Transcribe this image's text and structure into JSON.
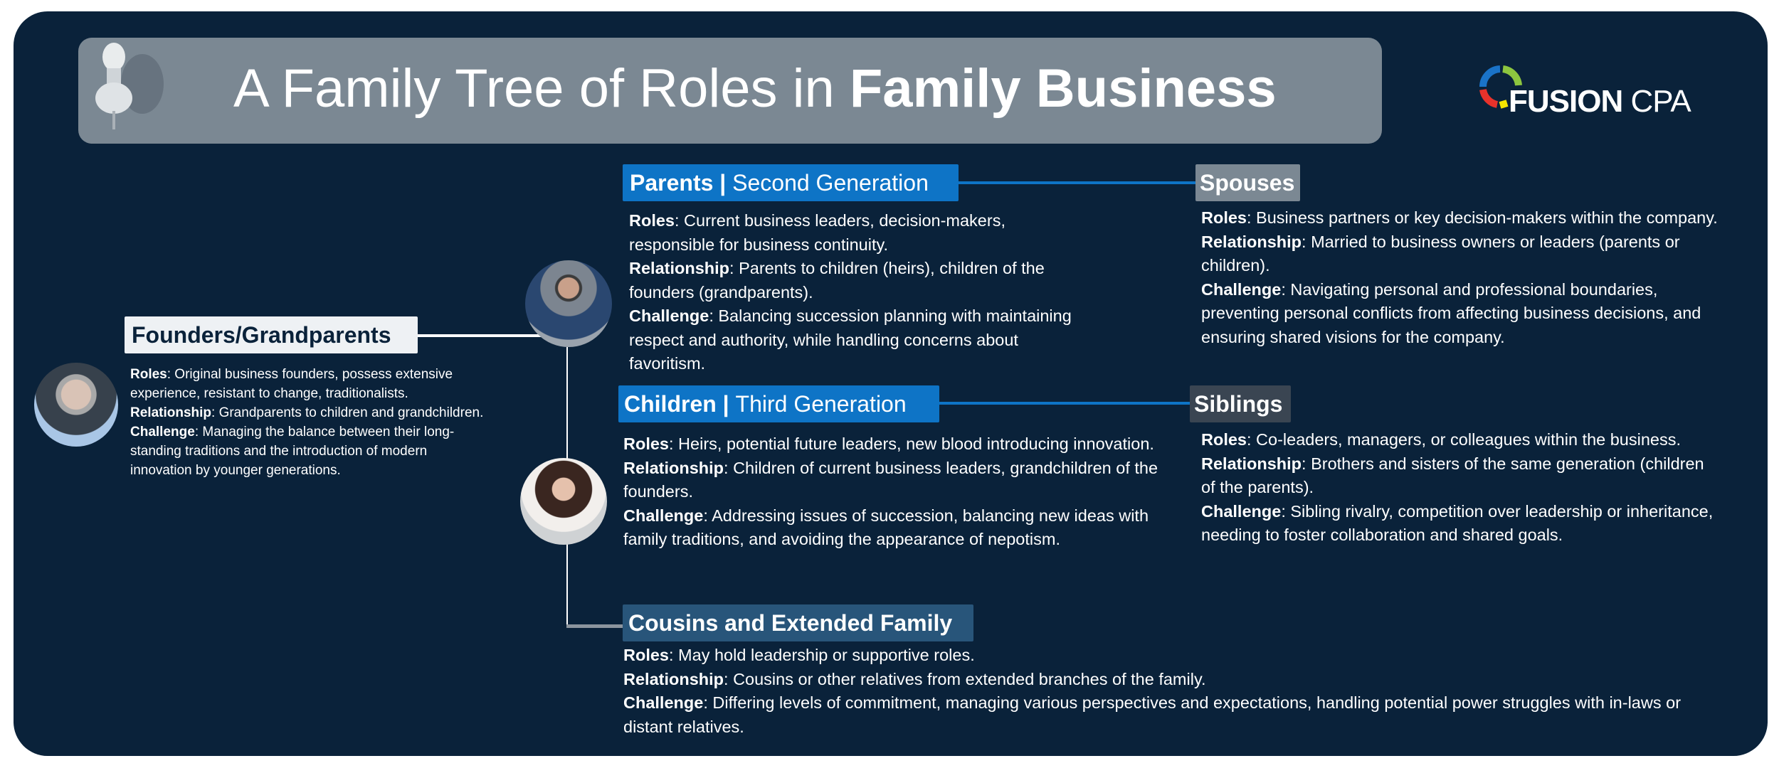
{
  "header": {
    "title_regular": "A Family Tree of Roles in ",
    "title_bold": "Family Business",
    "logo_bold": "FUSION",
    "logo_regular": "CPA",
    "logo_colors": [
      "#1a73c8",
      "#8dc63f",
      "#e8322b",
      "#f5e500"
    ]
  },
  "colors": {
    "background": "#0a223a",
    "title_bar": "#7b8893",
    "blue": "#0e74c6",
    "spouses": "#7b8893",
    "siblings": "#3a4552",
    "cousins": "#28557a"
  },
  "founders": {
    "title": "Founders/Grandparents",
    "roles_label": "Roles",
    "roles": ": Original business founders, possess extensive experience, resistant to change, traditionalists.",
    "relationship_label": "Relationship",
    "relationship": ": Grandparents to children and grandchildren.",
    "challenge_label": "Challenge",
    "challenge": ": Managing the balance between their long-standing traditions and the introduction of modern innovation by younger generations."
  },
  "parents": {
    "title_bold": "Parents",
    "separator": " | ",
    "title_regular": "Second Generation",
    "roles_label": "Roles",
    "roles": ": Current business leaders, decision-makers, responsible for business continuity.",
    "relationship_label": "Relationship",
    "relationship": ": Parents to children (heirs), children of the founders (grandparents).",
    "challenge_label": "Challenge",
    "challenge": ": Balancing succession planning with maintaining respect and authority, while handling concerns about favoritism."
  },
  "spouses": {
    "title": "Spouses",
    "roles_label": "Roles",
    "roles": ": Business partners or key decision-makers within the company.",
    "relationship_label": "Relationship",
    "relationship": ": Married to business owners or leaders (parents or children).",
    "challenge_label": "Challenge",
    "challenge": ": Navigating personal and professional boundaries, preventing personal conflicts from affecting business decisions, and ensuring shared visions for the company."
  },
  "children": {
    "title_bold": "Children",
    "separator": " | ",
    "title_regular": "Third Generation",
    "roles_label": "Roles",
    "roles": ": Heirs, potential future leaders, new blood introducing innovation.",
    "relationship_label": "Relationship",
    "relationship": ": Children of current business leaders, grandchildren of the founders.",
    "challenge_label": "Challenge",
    "challenge": ": Addressing issues of succession, balancing new ideas with family traditions, and avoiding the appearance of nepotism."
  },
  "siblings": {
    "title": "Siblings",
    "roles_label": "Roles",
    "roles": ": Co-leaders, managers, or colleagues within the business.",
    "relationship_label": "Relationship",
    "relationship": ": Brothers and sisters of the same generation (children of the parents).",
    "challenge_label": "Challenge",
    "challenge": ": Sibling rivalry, competition over leadership or inheritance, needing to foster collaboration and shared goals."
  },
  "cousins": {
    "title": "Cousins and Extended Family",
    "roles_label": "Roles",
    "roles": ": May hold leadership or supportive roles.",
    "relationship_label": "Relationship",
    "relationship": ": Cousins or other relatives from extended branches of the family.",
    "challenge_label": "Challenge",
    "challenge": ": Differing levels of commitment, managing various perspectives and expectations, handling potential power struggles with in-laws or distant relatives."
  }
}
